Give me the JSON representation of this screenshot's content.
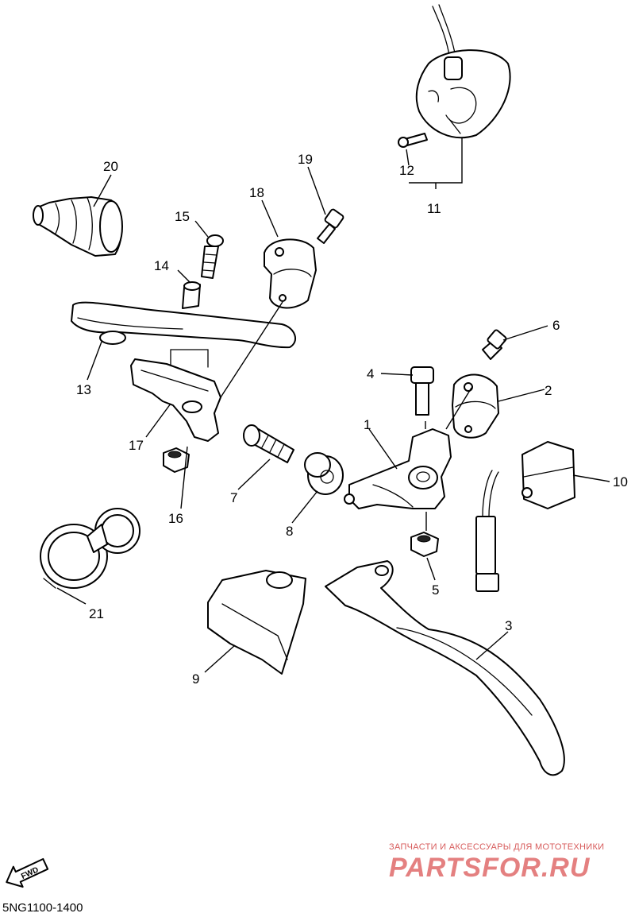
{
  "diagram": {
    "callouts": [
      "1",
      "2",
      "3",
      "4",
      "5",
      "6",
      "7",
      "8",
      "9",
      "10",
      "11",
      "12",
      "13",
      "14",
      "15",
      "16",
      "17",
      "18",
      "19",
      "20",
      "21"
    ],
    "direction_mark": "FWD",
    "drawing_code": "5NG1100-1400"
  },
  "watermark": {
    "tagline": "ЗАПЧАСТИ И АКСЕССУАРЫ ДЛЯ МОТОТЕХНИКИ",
    "brand": "PARTSFOR.RU"
  }
}
